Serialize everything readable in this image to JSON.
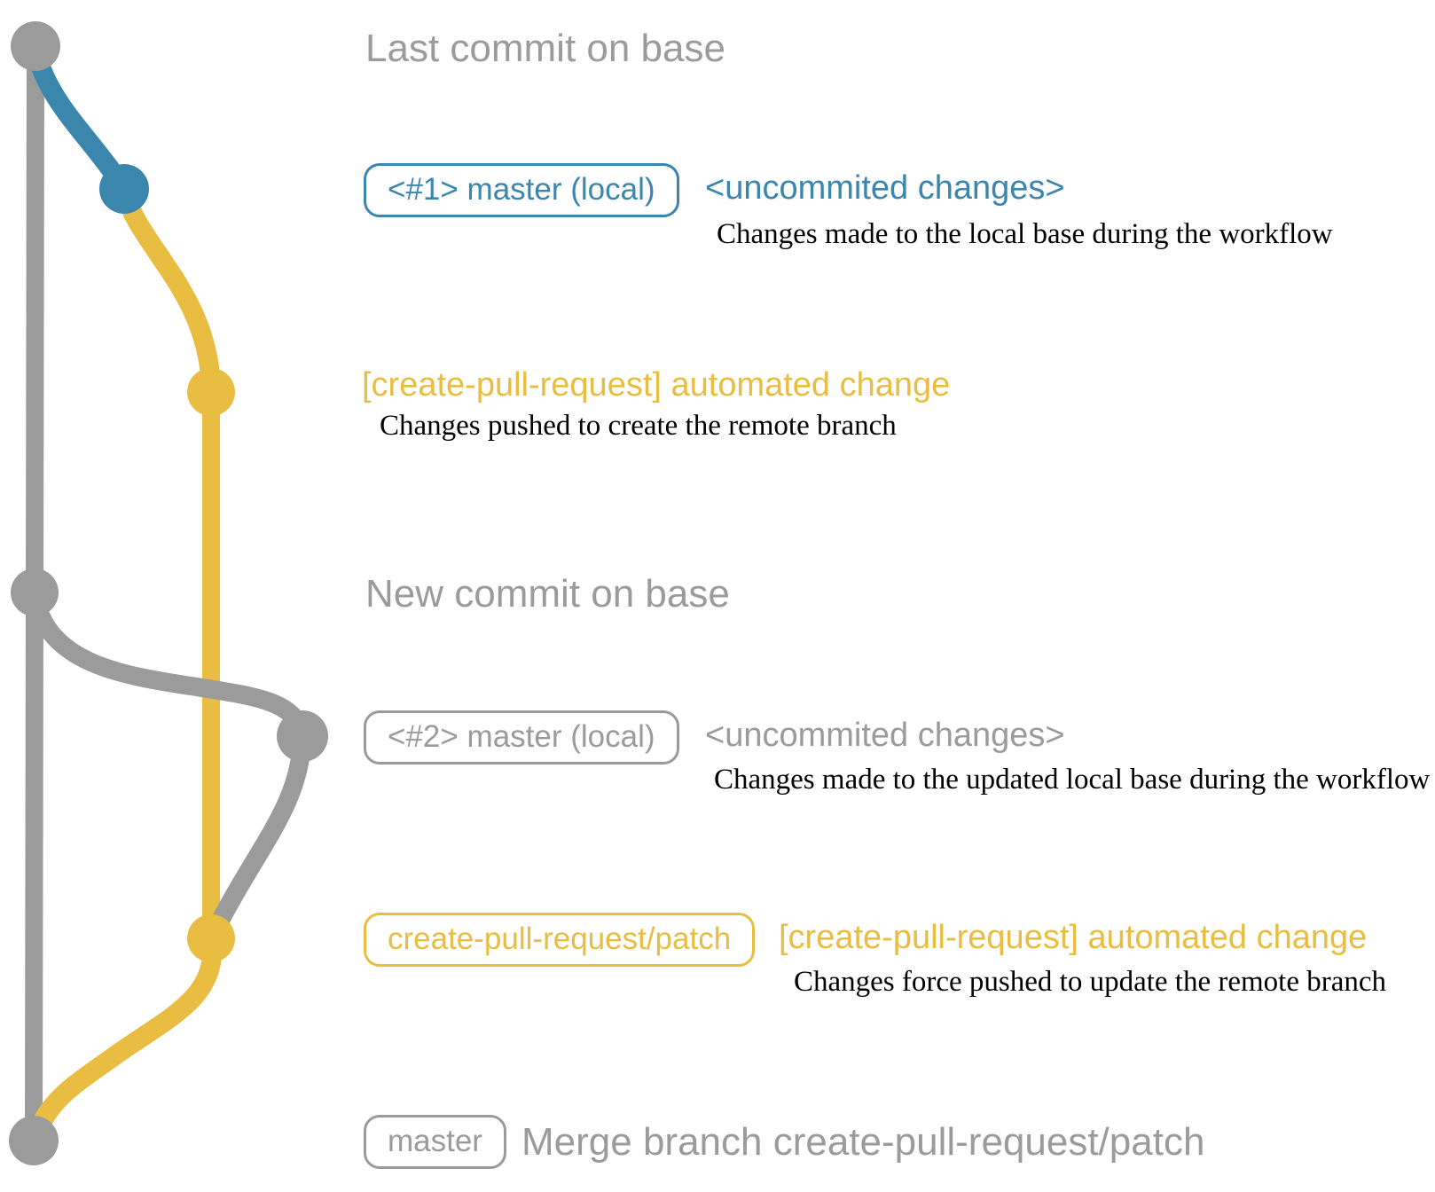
{
  "diagram": {
    "events": [
      {
        "type": "base-commit",
        "title": "Last commit on base"
      },
      {
        "type": "local-commit",
        "badge": "<#1> master (local)",
        "note": "<uncommited changes>",
        "description": "Changes made to the local base during the workflow"
      },
      {
        "type": "remote-push",
        "note": "[create-pull-request] automated change",
        "description": "Changes pushed to create the remote branch"
      },
      {
        "type": "base-commit",
        "title": "New commit on base"
      },
      {
        "type": "local-commit",
        "badge": "<#2> master (local)",
        "note": "<uncommited changes>",
        "description": "Changes made to the updated local base during the workflow"
      },
      {
        "type": "remote-push",
        "badge": "create-pull-request/patch",
        "note": "[create-pull-request] automated change",
        "description": "Changes force pushed to update the remote branch"
      },
      {
        "type": "merge",
        "badge": "master",
        "note": "Merge branch create-pull-request/patch"
      }
    ],
    "colors": {
      "base_branch": "#9b9b9b",
      "local_branch": "#3a86ad",
      "remote_branch": "#e9bd41",
      "description_text": "#000000"
    }
  }
}
